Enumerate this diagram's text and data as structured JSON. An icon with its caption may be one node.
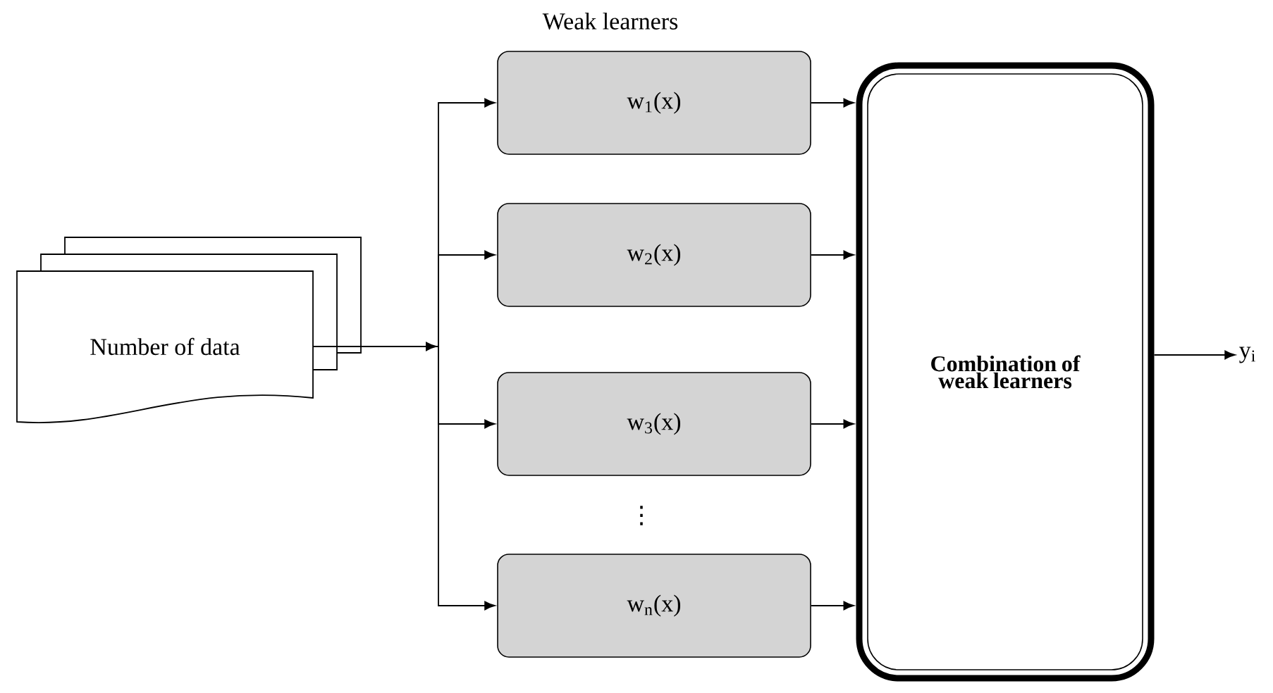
{
  "diagram": {
    "nodes": [
      {
        "text": [
          "Number of data"
        ]
      },
      {
        "text": [
          "w$_{1}$(x)"
        ]
      },
      {
        "text": [
          "w$_{2}$(x)"
        ]
      },
      {
        "text": [
          "w$_{3}$(x)"
        ]
      },
      {
        "text": [
          "w$_{n}$(x)"
        ]
      },
      {
        "text": [
          "Combination of weak learners"
        ]
      },
      {
        "text": [
          "y$_{i}$"
        ]
      }
    ],
    "edges": [
      {
        "from": 0,
        "to": 1,
        "arrow": "to"
      },
      {
        "from": 0,
        "to": 2,
        "arrow": "to"
      },
      {
        "from": 0,
        "to": 3,
        "arrow": "to"
      },
      {
        "from": 0,
        "to": 4,
        "arrow": "to"
      },
      {
        "from": 1,
        "to": 5,
        "arrow": "to"
      },
      {
        "from": 2,
        "to": 5,
        "arrow": "to"
      },
      {
        "from": 3,
        "to": 5,
        "arrow": "to"
      },
      {
        "from": 4,
        "to": 5,
        "arrow": "to"
      },
      {
        "from": 5,
        "to": 6,
        "arrow": "to"
      }
    ],
    "labels": [
      "Weak learners",
      "⋮"
    ]
  }
}
